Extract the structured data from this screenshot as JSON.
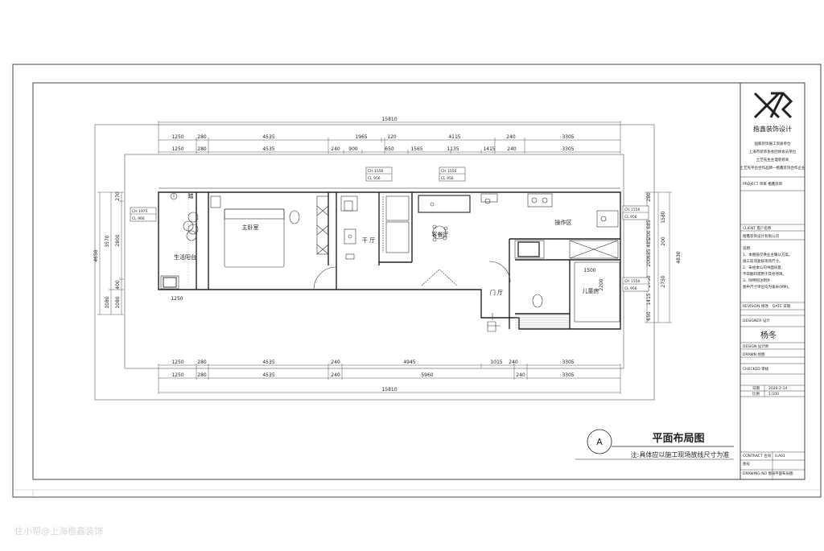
{
  "drawing": {
    "title": "平面布局图",
    "note": "注:具体应以施工现场放线尺寸为准",
    "section_mark": "A",
    "watermark": "住小帮@上海楷鑫装饰"
  },
  "rooms": [
    {
      "id": "master-bedroom",
      "name": "主卧室"
    },
    {
      "id": "living-balcony",
      "name": "生活阳台"
    },
    {
      "id": "dry-area",
      "name": "干 厅"
    },
    {
      "id": "living-dining",
      "name": "客餐厅"
    },
    {
      "id": "operation-area",
      "name": "操作区"
    },
    {
      "id": "entrance",
      "name": "门 厅"
    },
    {
      "id": "kids-room",
      "name": "儿童房"
    },
    {
      "id": "balcony-tag",
      "name": "踏"
    }
  ],
  "dimensions": {
    "top_total": "15810",
    "top_row1": [
      "1250",
      "280",
      "4535",
      "1965",
      "120",
      "4115",
      "240",
      "3305"
    ],
    "top_row2": [
      "1250",
      "280",
      "4535",
      "240",
      "900",
      "650",
      "1565",
      "1135",
      "1415",
      "240",
      "3305"
    ],
    "bottom_row1": [
      "1250",
      "280",
      "4535",
      "240",
      "4945",
      "1015",
      "240",
      "3305"
    ],
    "bottom_row2": [
      "1250",
      "280",
      "4535",
      "240",
      "5960",
      "240",
      "3305"
    ],
    "bottom_total": "15810",
    "left_outer": "4650",
    "left_col1": [
      "3570",
      "1080"
    ],
    "left_col2": [
      "270",
      "2800",
      "400",
      "1080"
    ],
    "right_outer": "4830",
    "right_col1": [
      "280",
      "685",
      "200",
      "485",
      "685",
      "200",
      "2750",
      "1415",
      "650"
    ],
    "right_col2": [
      "1580",
      "200",
      "2750"
    ],
    "inner": [
      "1250",
      "1500",
      "2200"
    ]
  },
  "ceiling_tags": [
    {
      "ch": "CH  1975",
      "cl": "CL  966"
    },
    {
      "ch": "CH  1556",
      "cl": "CL  956"
    },
    {
      "ch": "CH  1556",
      "cl": "CL  956"
    },
    {
      "ch": "CH  1556",
      "cl": "CL  956"
    },
    {
      "ch": "CH  1556",
      "cl": "CL  956"
    }
  ],
  "title_block": {
    "company": "楷鑫装饰设计",
    "company_lines": [
      "国家装饰施工资质单位",
      "上海市装饰协会团体会员单位",
      "土艺先生主理装修商",
      "土艺先平台合作品牌—楷鑫装饰合作企业"
    ],
    "project_row": "PROJECT 项目 楷鑫装饰",
    "client_row": "CLIENT 客户名称",
    "designer_row": "楷鑫装饰设计有限公司",
    "notes_title": "说明:",
    "notes": [
      "1、本图纸仅供业主确认方案。",
      "施工前须复核现场尺寸。",
      "2、未经本公司书面同意,",
      "不得翻印或用于其他项目。",
      "3、除特别注明外,",
      "图中尺寸单位均为毫米(MM)。"
    ],
    "revision_row": "REVISION 修改",
    "date_row": "DATE 日期",
    "designer_label": "DESIGNER 设计",
    "designer_name": "杨冬",
    "design_row": "DESIGN 设计师",
    "drawn_row": "DRAWN 绘图",
    "checked_row": "CHECKED 审核",
    "date_label": "日期",
    "date_value": "2020-2-14",
    "scale_label": "比例",
    "scale_value": "1:100",
    "contract_row": "CONTRACT 合同",
    "drawing_no": "图号",
    "drawing_no_value": "ILA01",
    "category_row": "DRAWING NO 图号",
    "category_value": "平面布局图"
  },
  "colors": {
    "line": "#222222",
    "dim": "#555555",
    "frame": "#333333",
    "hatch": "#888888"
  }
}
